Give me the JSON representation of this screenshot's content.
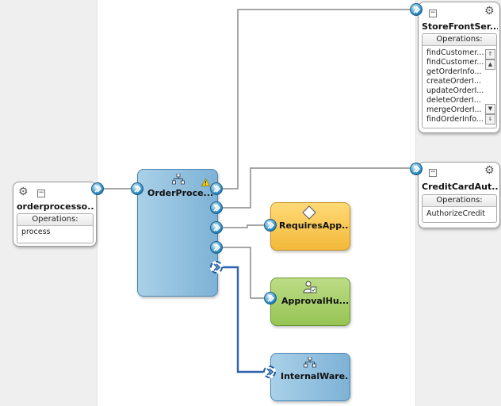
{
  "colors": {
    "wire": "#8a8a8a",
    "selected_wire": "#2d63b0",
    "mediator_fill": "#8fc0de",
    "rule_fill": "#f7c64a",
    "human_task_fill": "#a8cf6a",
    "subprocess_fill": "#8fc0de"
  },
  "exposed_service": {
    "title": "orderprocesso...",
    "operations_header": "Operations:",
    "operations": [
      "process"
    ]
  },
  "components": {
    "order_processor": {
      "label": "OrderProce...",
      "icon": "process-hierarchy-icon",
      "has_warning": true
    },
    "requires_approval": {
      "label": "RequiresApp...",
      "icon": "business-rule-diamond-icon"
    },
    "approval_human": {
      "label": "ApprovalHu...",
      "icon": "human-task-icon"
    },
    "internal_warehouse": {
      "label": "InternalWare...",
      "icon": "process-hierarchy-icon"
    }
  },
  "references": {
    "store_front": {
      "title": "StoreFrontSer...",
      "operations_header": "Operations:",
      "operations": [
        "findCustomer...",
        "findCustomer...",
        "getOrderInfo...",
        "createOrderI...",
        "updateOrderI...",
        "deleteOrderI...",
        "mergeOrderI...",
        "findOrderInfo..."
      ]
    },
    "credit_card": {
      "title": "CreditCardAut...",
      "operations_header": "Operations:",
      "operations": [
        "AuthorizeCredit"
      ]
    }
  }
}
